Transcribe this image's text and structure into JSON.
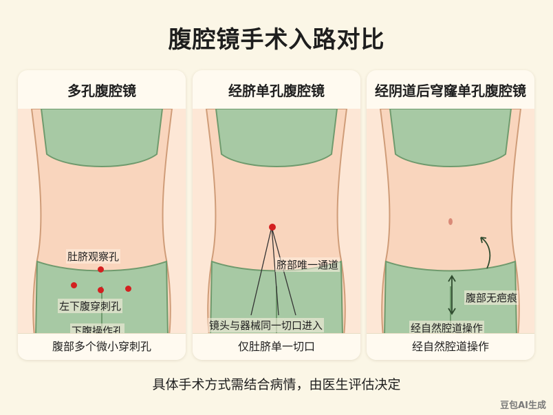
{
  "title": "腹腔镜手术入路对比",
  "panels": [
    {
      "title": "多孔腹腔镜",
      "labels": [
        "肚脐观察孔",
        "左下腹穿刺孔",
        "下腹操作孔"
      ],
      "caption": "腹部多个微小穿刺孔"
    },
    {
      "title": "经脐单孔腹腔镜",
      "labels": [
        "脐部唯一通道",
        "镜头与器械同一切口进入"
      ],
      "caption": "仅肚脐单一切口"
    },
    {
      "title": "经阴道后穹窿单孔腹腔镜",
      "labels": [
        "腹部无疤痕",
        "经自然腔道操作"
      ],
      "caption": "经自然腔道操作"
    }
  ],
  "footer": "具体手术方式需结合病情，由医生评估决定",
  "watermark": "豆包AI生成",
  "colors": {
    "background": "#fbf6e6",
    "skin": "#f9d5bd",
    "clothing": "#a7c9a4",
    "marker": "#d32020"
  }
}
